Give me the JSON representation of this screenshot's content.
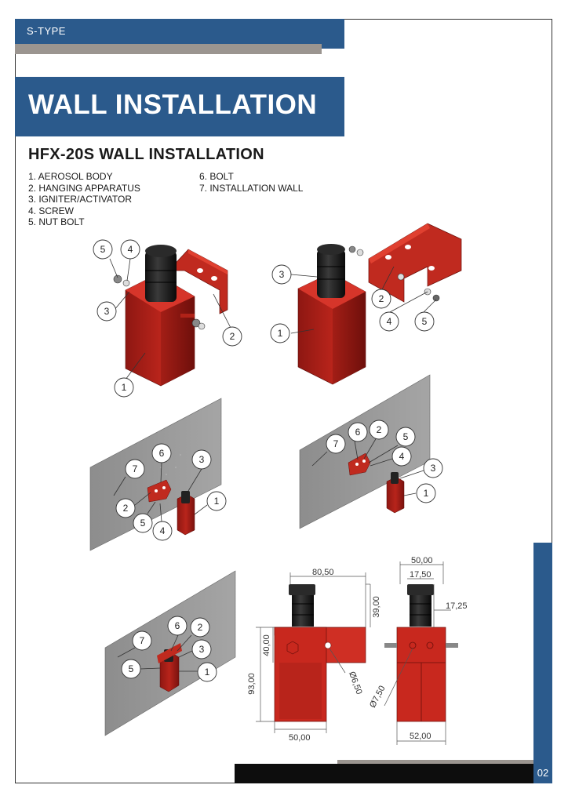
{
  "header": {
    "tag": "S-TYPE",
    "title": "WALL INSTALLATION"
  },
  "section": {
    "title": "HFX-20S WALL INSTALLATION"
  },
  "parts": {
    "col1": [
      "1. AEROSOL BODY",
      "2. HANGING APPARATUS",
      "3. IGNITER/ACTIVATOR",
      "4. SCREW",
      "5. NUT BOLT"
    ],
    "col2": [
      "6. BOLT",
      "7. INSTALLATION WALL"
    ]
  },
  "callouts": {
    "d1": [
      "5",
      "4",
      "3",
      "2",
      "1"
    ],
    "d2": [
      "3",
      "1",
      "2",
      "4",
      "5"
    ],
    "d3": [
      "6",
      "3",
      "7",
      "2",
      "5",
      "4",
      "1"
    ],
    "d4": [
      "6",
      "2",
      "5",
      "7",
      "4",
      "3",
      "1"
    ],
    "d5": [
      "6",
      "2",
      "7",
      "3",
      "5",
      "1"
    ]
  },
  "dimensions": {
    "side": {
      "top_width": "80,50",
      "top_height": "39,00",
      "bracket_height": "40,00",
      "total_height": "93,00",
      "hole": "Ø6,50",
      "bottom_width": "50,00"
    },
    "front": {
      "top_width": "50,00",
      "inner_width": "17,50",
      "offset": "17,25",
      "hole": "Ø7,50",
      "bottom_width": "52,00"
    }
  },
  "footer": {
    "page_number": "02"
  },
  "colors": {
    "blue": "#2b5a8c",
    "gray": "#9b9590",
    "red": "#c8281e",
    "black": "#0d0d0d"
  }
}
